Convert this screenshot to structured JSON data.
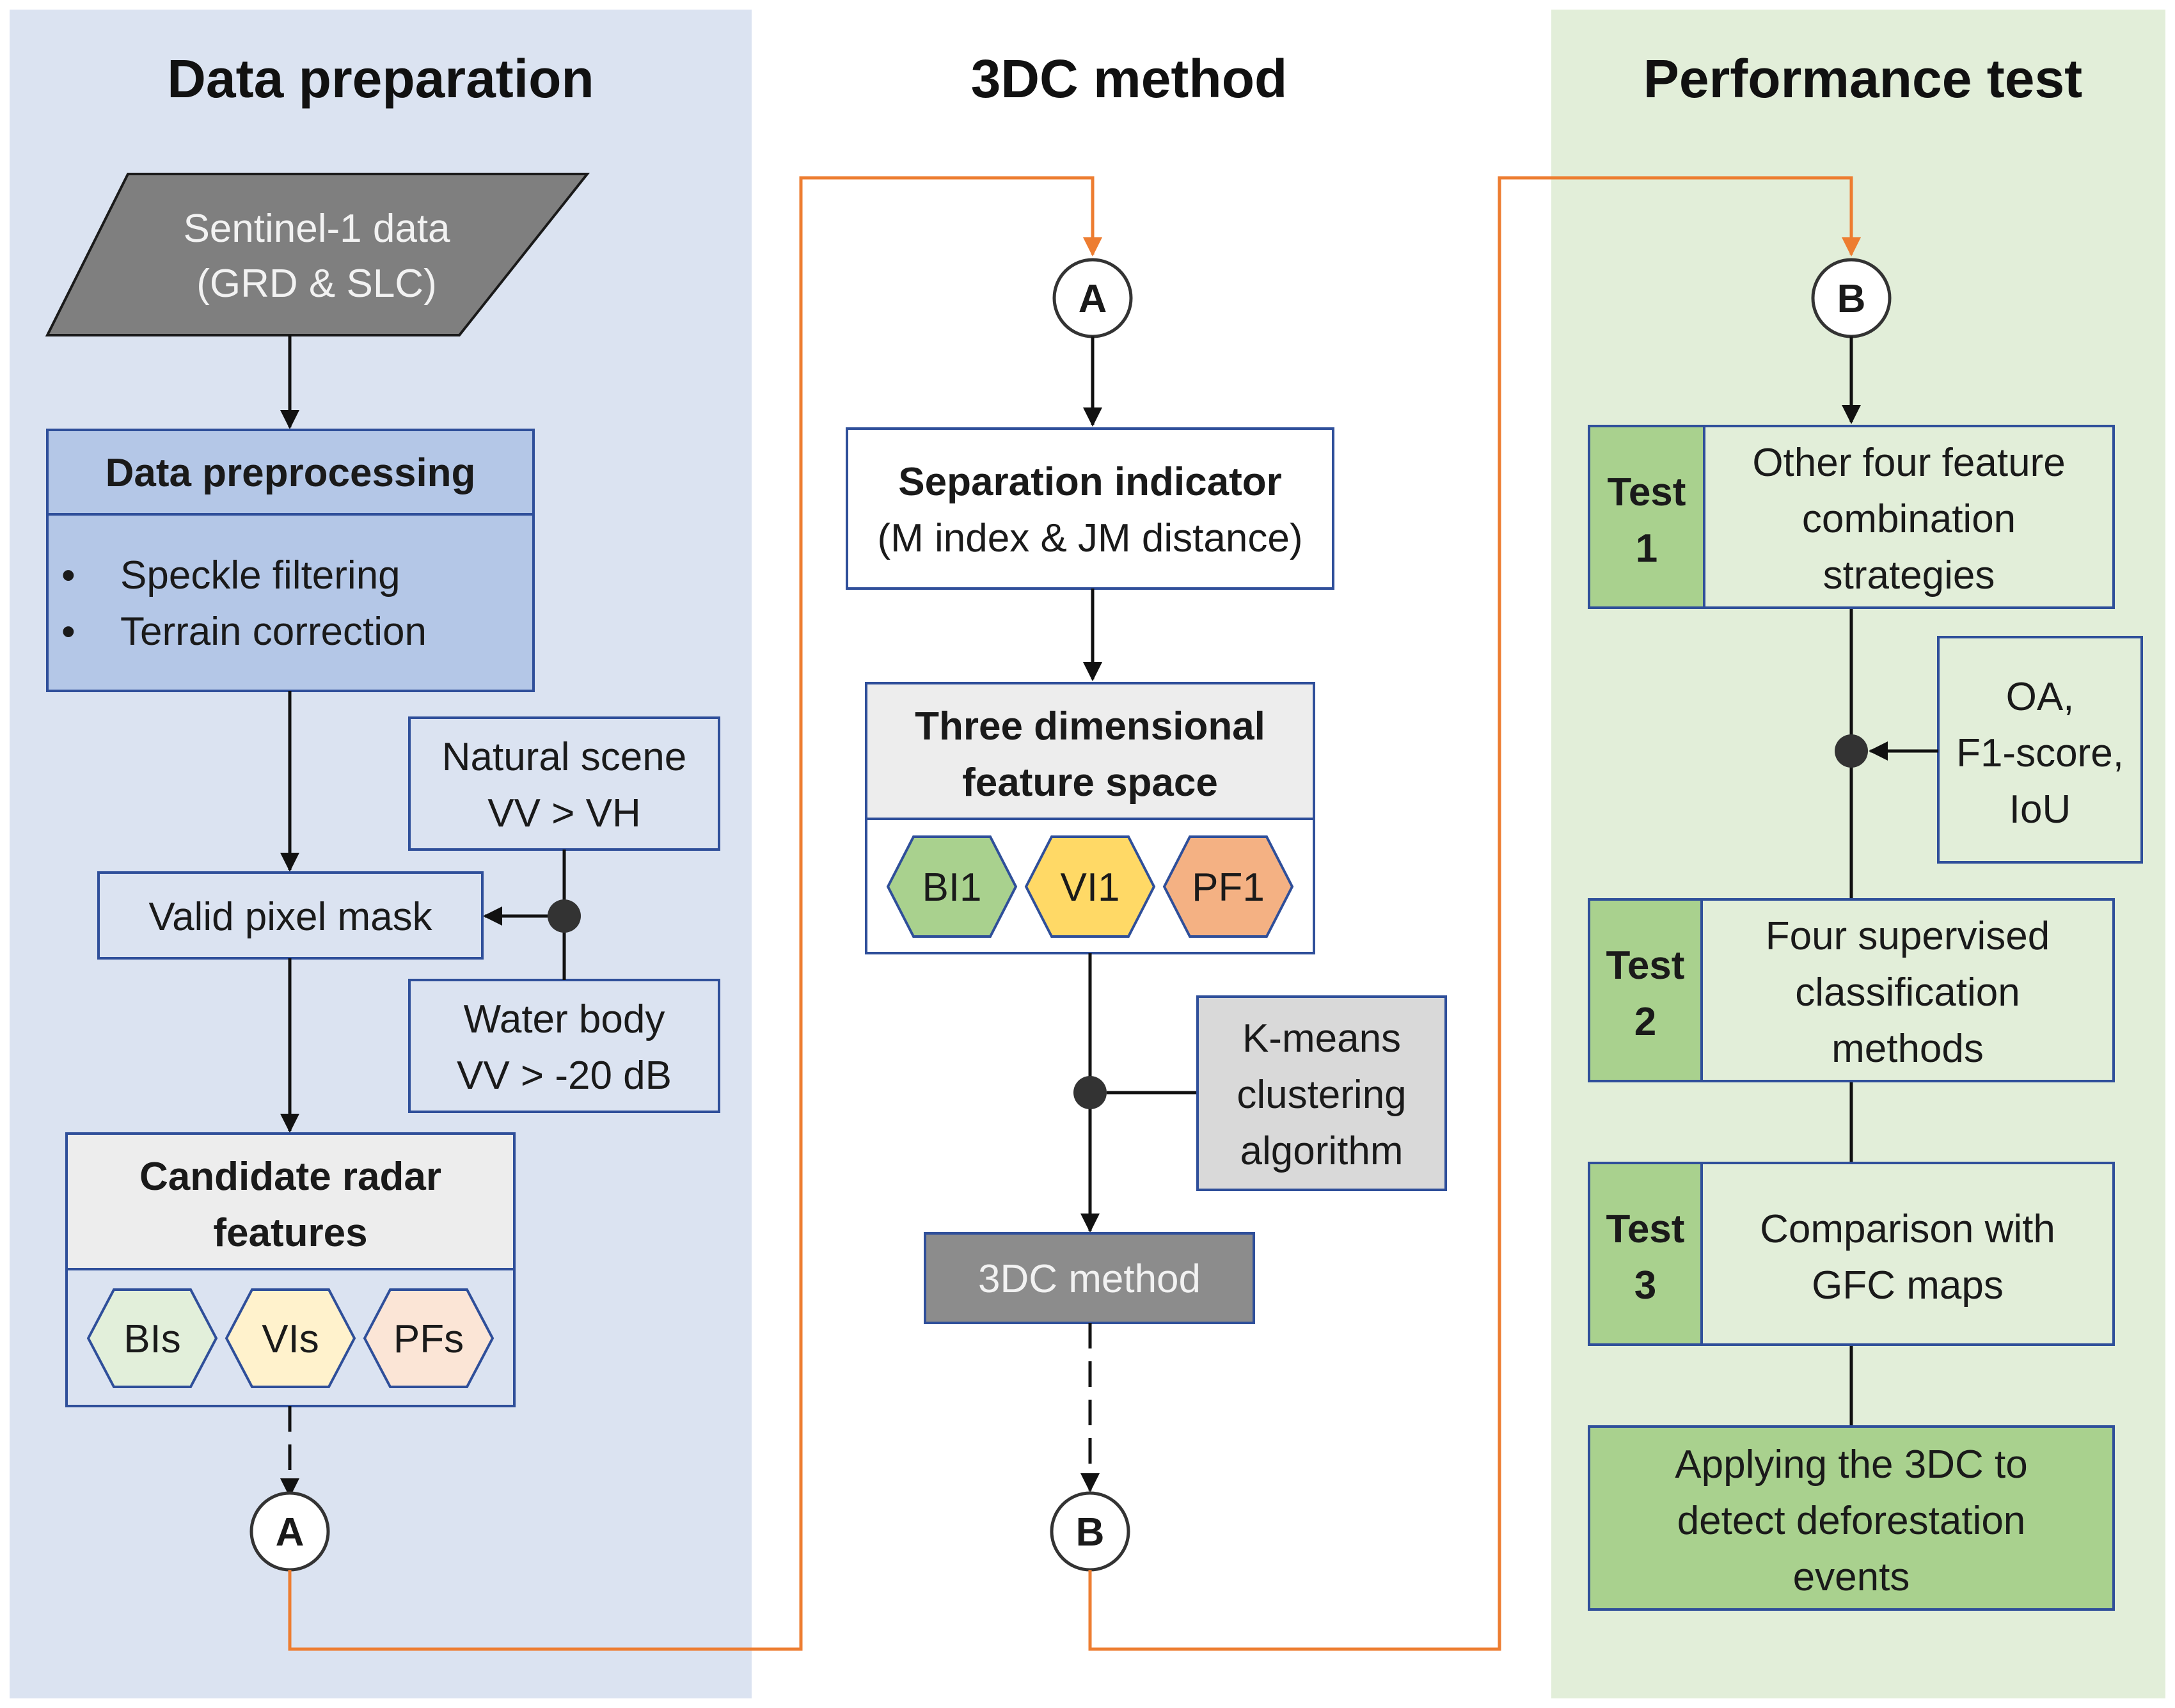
{
  "columns": {
    "data_preparation": {
      "title": "Data preparation",
      "bg": "#dbe3f1"
    },
    "method_3dc": {
      "title": "3DC method",
      "bg": "#ffffff"
    },
    "performance_test": {
      "title": "Performance test",
      "bg": "#e2eed9"
    }
  },
  "data_preparation": {
    "input": {
      "line1": "Sentinel-1 data",
      "line2": "(GRD & SLC)"
    },
    "preprocessing": {
      "title": "Data preprocessing",
      "bullet1": "Speckle filtering",
      "bullet2": "Terrain correction"
    },
    "natural_scene": {
      "line1": "Natural scene",
      "line2": "VV > VH"
    },
    "water_body": {
      "line1": "Water body",
      "line2": "VV > -20 dB"
    },
    "valid_pixel_mask": "Valid pixel mask",
    "candidate": {
      "line1": "Candidate radar",
      "line2": "features",
      "hex": [
        "BIs",
        "VIs",
        "PFs"
      ]
    },
    "connector": "A"
  },
  "method_3dc": {
    "connector_top": "A",
    "separation": {
      "line1": "Separation indicator",
      "line2": "(M index & JM distance)"
    },
    "feature_space": {
      "line1": "Three dimensional",
      "line2": "feature space",
      "hex": [
        "BI1",
        "VI1",
        "PF1"
      ]
    },
    "kmeans": {
      "line1": "K-means",
      "line2": "clustering",
      "line3": "algorithm"
    },
    "method_box": "3DC method",
    "connector_bottom": "B"
  },
  "performance_test": {
    "connector": "B",
    "test1": {
      "tag1": "Test",
      "tag2": "1",
      "line1": "Other four feature",
      "line2": "combination",
      "line3": "strategies"
    },
    "metrics": {
      "line1": "OA,",
      "line2": "F1-score,",
      "line3": "IoU"
    },
    "test2": {
      "tag1": "Test",
      "tag2": "2",
      "line1": "Four supervised",
      "line2": "classification",
      "line3": "methods"
    },
    "test3": {
      "tag1": "Test",
      "tag2": "3",
      "line1": "Comparison with",
      "line2": "GFC maps"
    },
    "final": {
      "line1": "Applying the 3DC to",
      "line2": "detect deforestation",
      "line3": "events"
    }
  },
  "colors": {
    "box_border": "#2f4f9a",
    "preprocessing_fill": "#b4c7e7",
    "header_fill": "#ededed",
    "input_fill": "#7f7f7f",
    "method_fill": "#8c8c8c",
    "kmeans_fill": "#d9d9d9",
    "test_tag_fill": "#a9d18e",
    "final_fill": "#a9d18e",
    "orange_flow": "#ed7d31",
    "hex_bi_light": "#e2efda",
    "hex_vi_light": "#fff2cc",
    "hex_pf_light": "#fbe5d6",
    "hex_bi": "#a9d18e",
    "hex_vi": "#ffd966",
    "hex_pf": "#f4b183"
  }
}
